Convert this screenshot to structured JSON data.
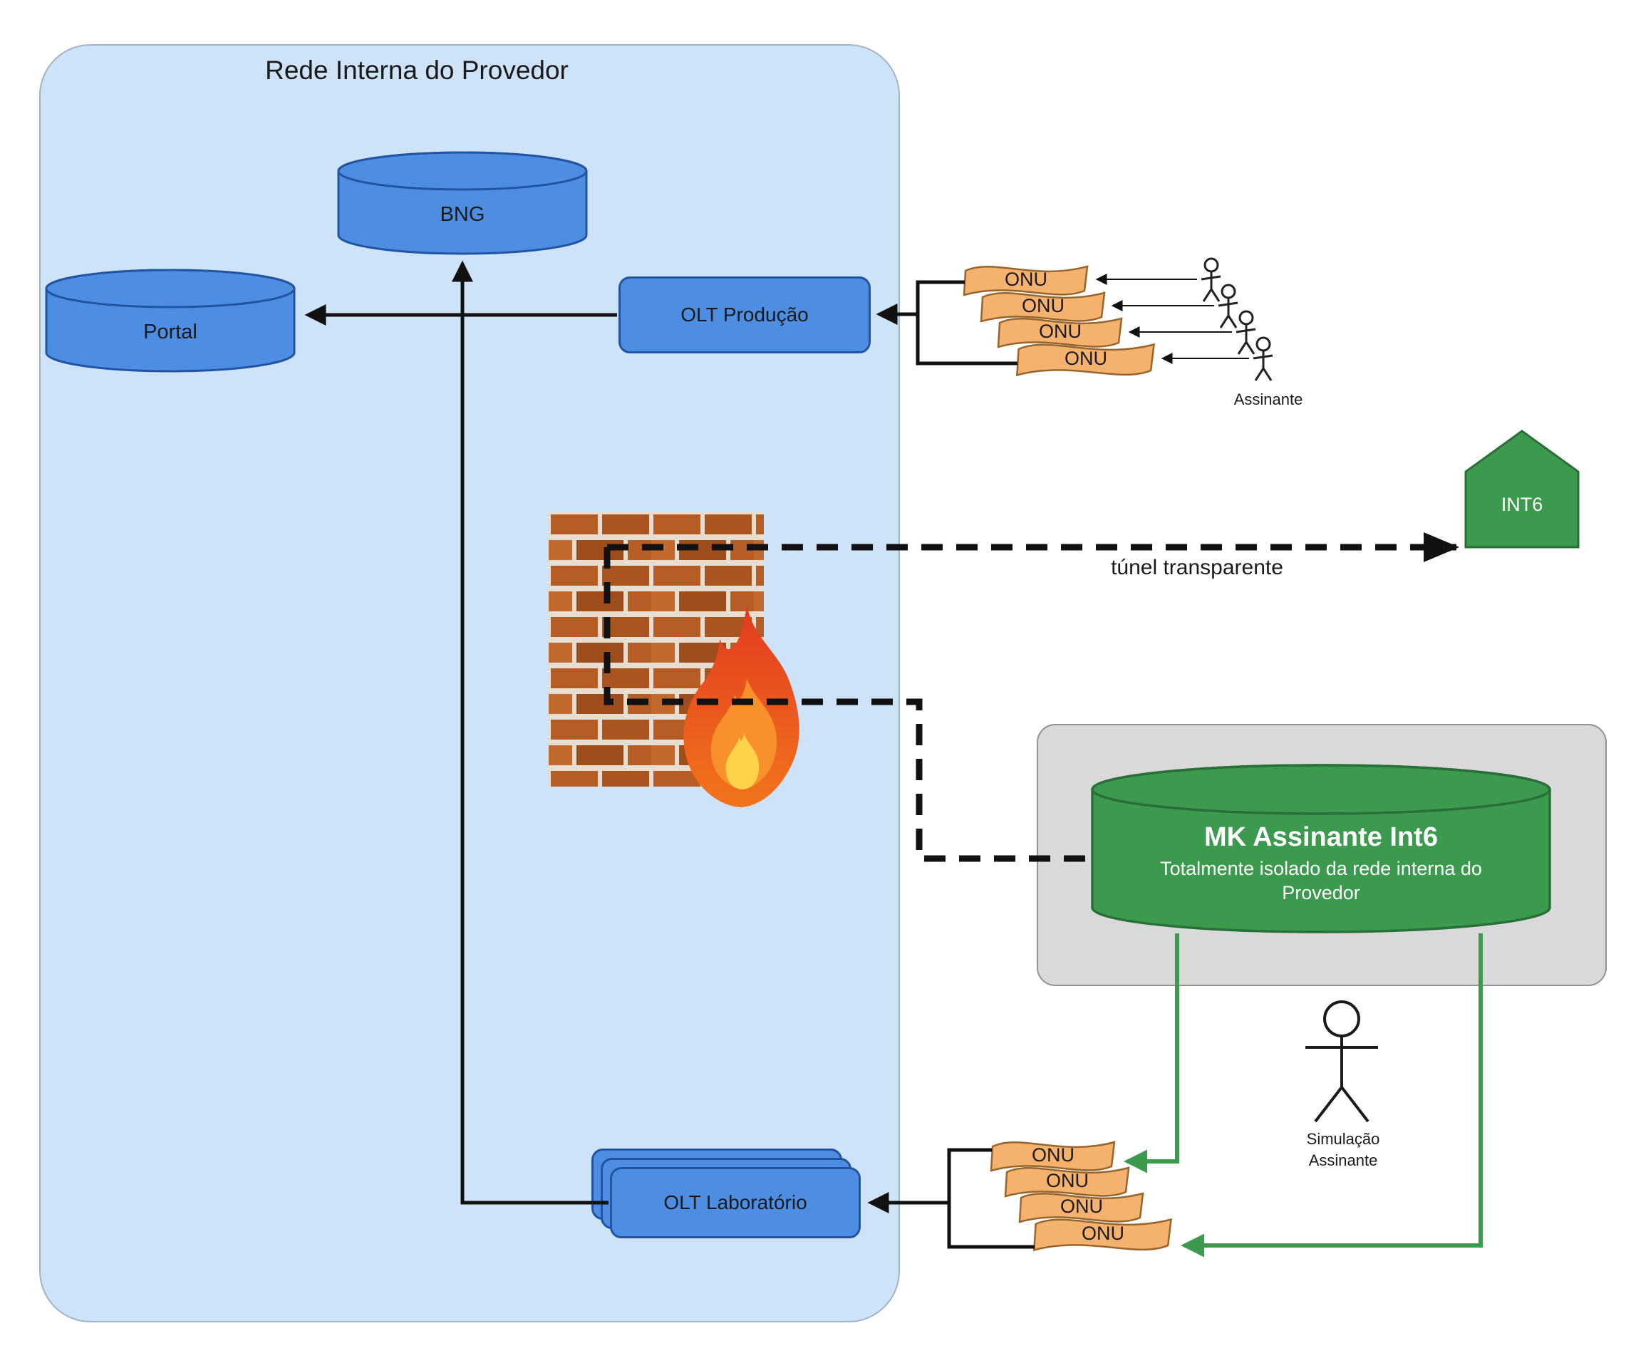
{
  "diagram_title": "Rede Interna do Provedor",
  "nodes": {
    "bng": "BNG",
    "portal": "Portal",
    "olt_producao": "OLT Produção",
    "olt_laboratorio": "OLT Laboratório",
    "int6": "INT6",
    "mk_title": "MK Assinante Int6",
    "mk_subtitle": "Totalmente isolado da rede interna do Provedor"
  },
  "onu_top": [
    "ONU",
    "ONU",
    "ONU",
    "ONU"
  ],
  "onu_bottom": [
    "ONU",
    "ONU",
    "ONU",
    "ONU"
  ],
  "labels": {
    "assinante": "Assinante",
    "tunel_transparente": "túnel transparente",
    "simulacao_line1": "Simulação",
    "simulacao_line2": "Assinante"
  },
  "colors": {
    "node_blue": "#4d8ee3",
    "node_blue_border": "#2155a4",
    "network_bg": "#cfe3f8",
    "network_border": "#9fb4c8",
    "onu_fill": "#f4b26e",
    "onu_border": "#96662c",
    "green_fill": "#3c9a4e",
    "green_border": "#287038",
    "gray_fill": "#d9d9d9",
    "gray_border": "#929292",
    "line_black": "#111111"
  }
}
